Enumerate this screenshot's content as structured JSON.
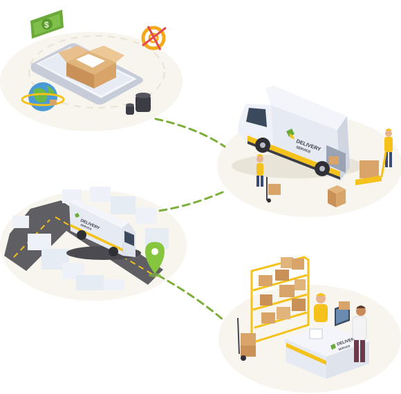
{
  "van_large": {
    "brand_line1": "DELIVERY",
    "brand_line2": "SERVICE"
  },
  "van_small": {
    "brand_line1": "DELIVERY",
    "brand_line2": "SERVICE"
  },
  "counter": {
    "brand_line1": "DELIVERY",
    "brand_line2": "SERVICE"
  },
  "banknote": {
    "symbol": "$"
  },
  "colors": {
    "platform": "#f7f3ea",
    "accent_yellow": "#f4c21a",
    "dashed_path": "#7cae3a",
    "banknote": "#6aaa3a",
    "van_body": "#eef1f7",
    "box": "#d9a46a",
    "road": "#5e5e63",
    "location_pin": "#86c63e"
  },
  "icons": [
    "banknote-icon",
    "target-icon",
    "globe-icon",
    "phone-icon",
    "open-box-icon",
    "location-pin-icon"
  ]
}
